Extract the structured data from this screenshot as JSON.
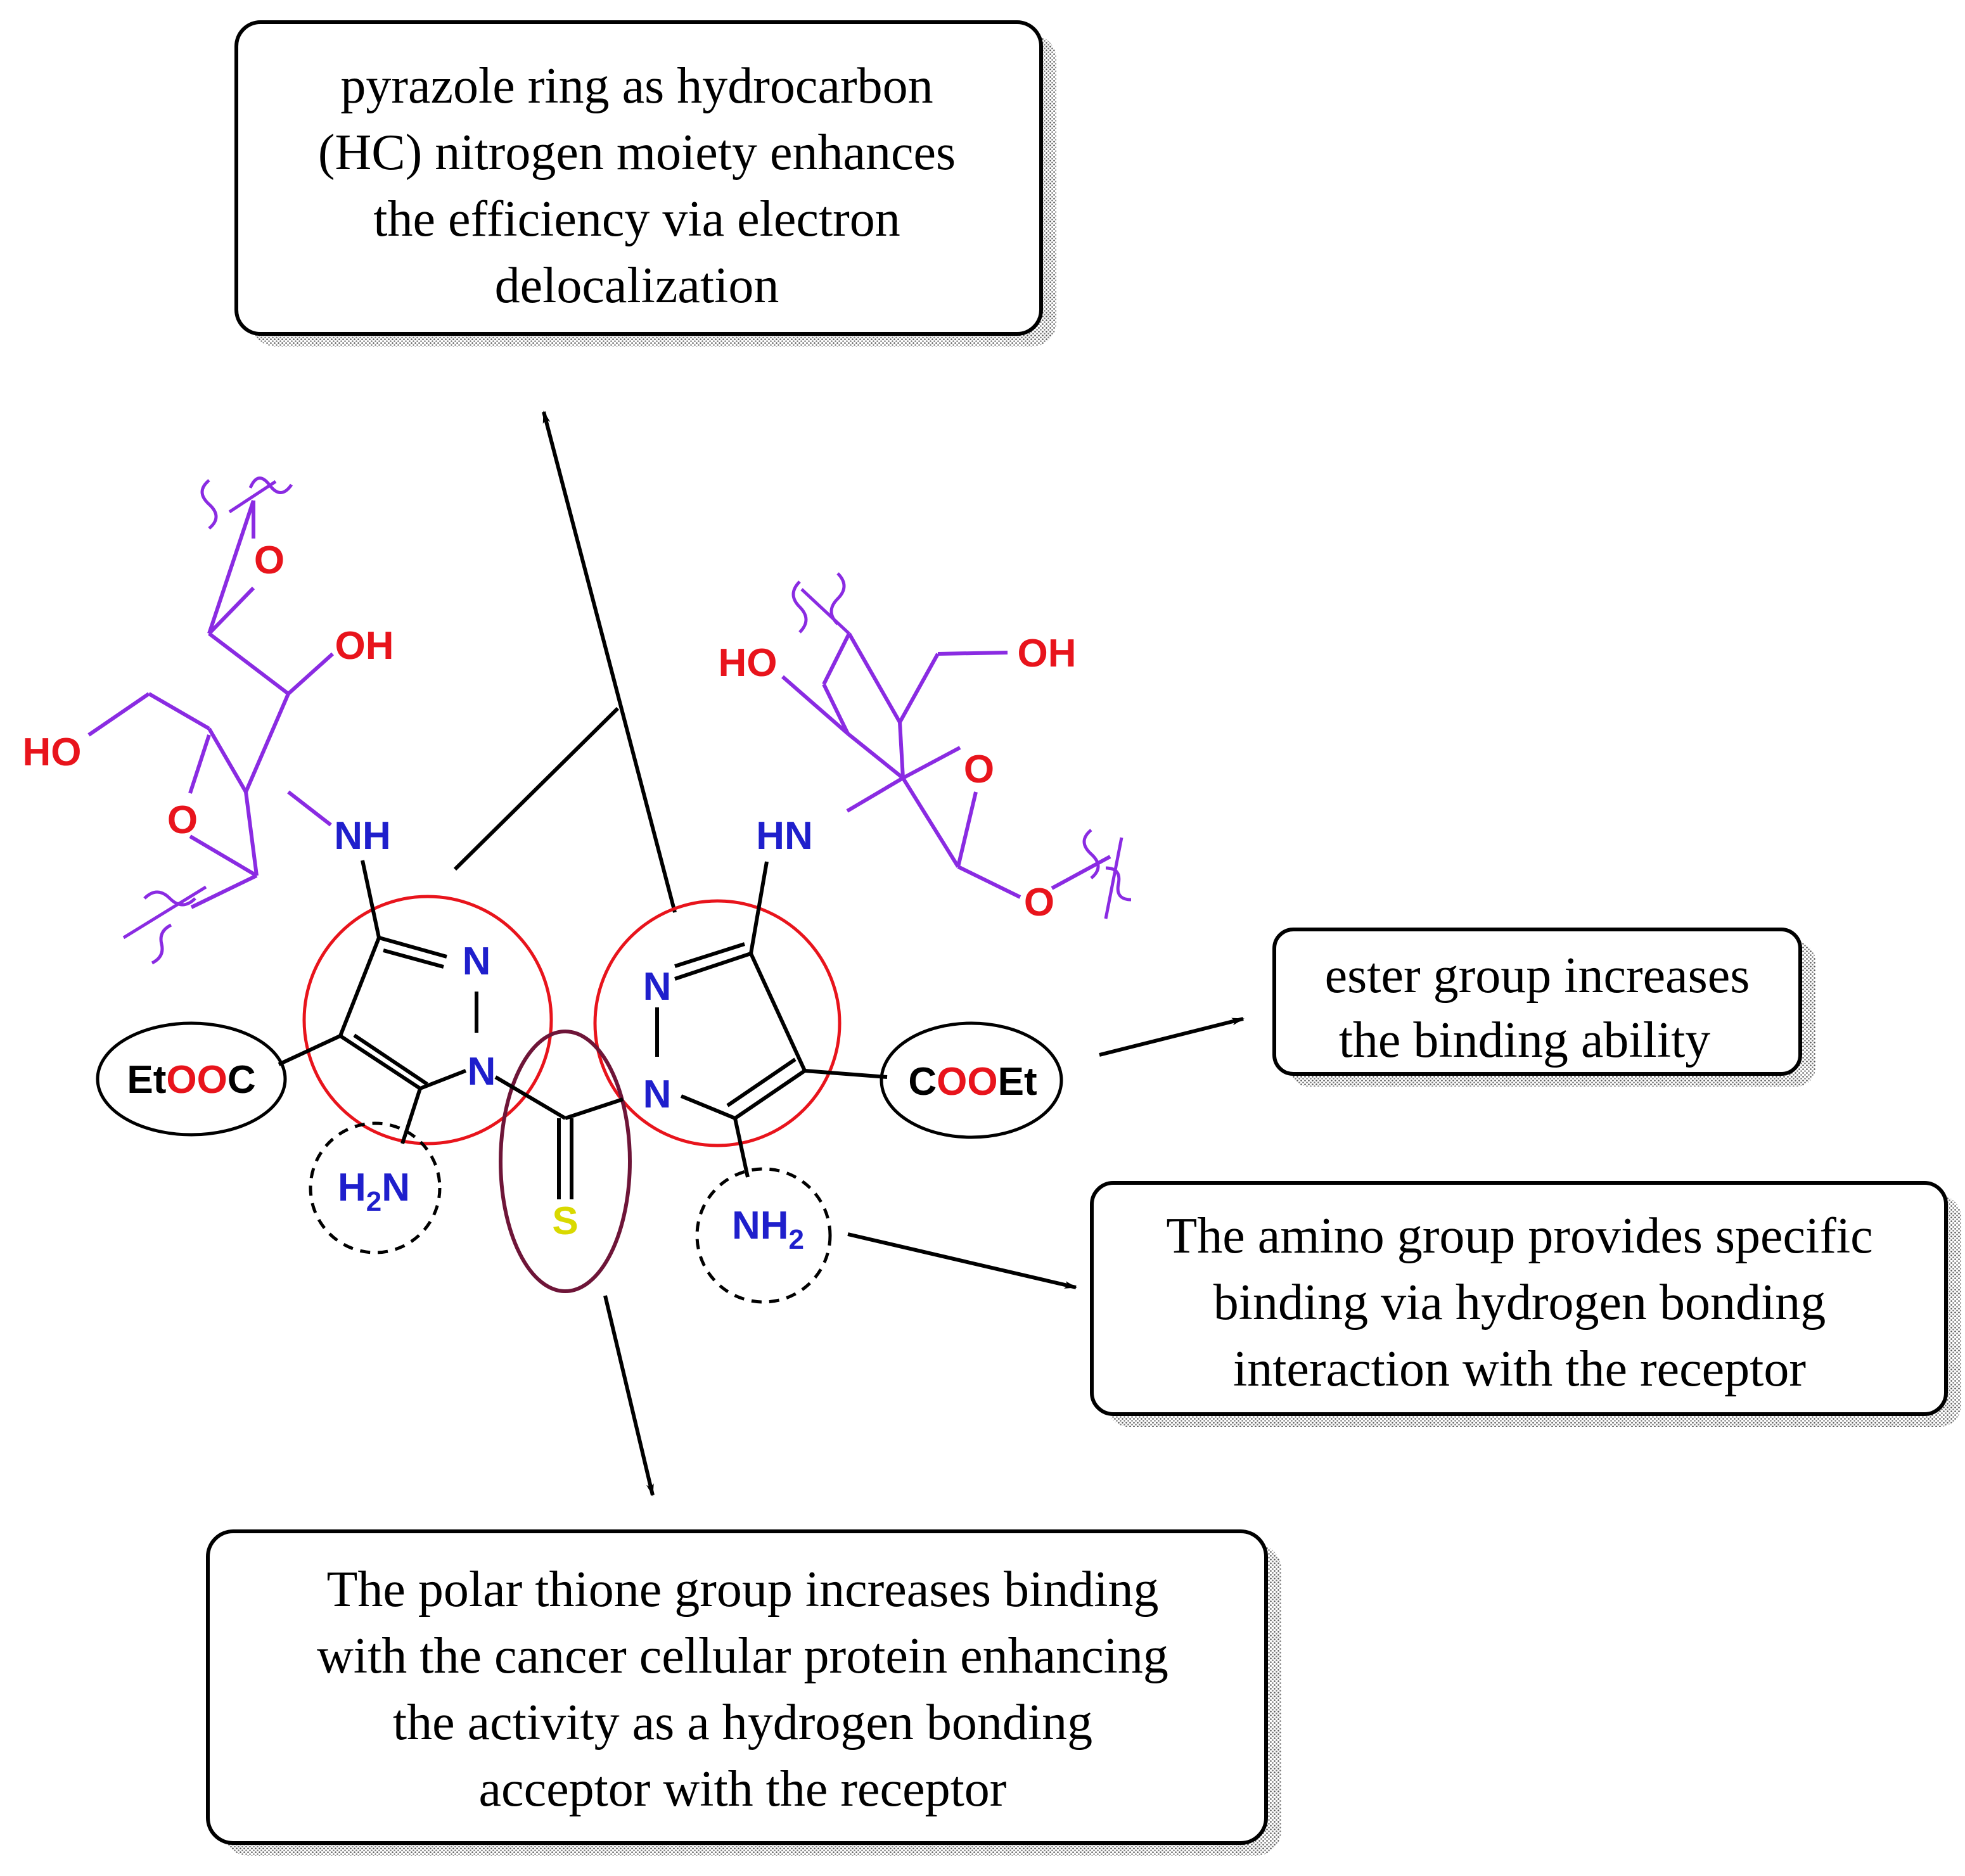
{
  "colors": {
    "black": "#000000",
    "oxygen": "#e8141c",
    "nitrogen": "#1f1fcc",
    "sulfur": "#d9d900",
    "sugar": "#8a2be2",
    "ring_highlight": "#e8141c",
    "thione_highlight": "#6e1538"
  },
  "callouts": {
    "pyrazole": {
      "lines": [
        "pyrazole ring as hydrocarbon",
        "(HC) nitrogen moiety enhances",
        "the efficiency via electron",
        "delocalization"
      ]
    },
    "ester": {
      "lines": [
        "ester group increases",
        "the binding ability"
      ]
    },
    "amino": {
      "lines": [
        "The amino group provides specific",
        "binding via hydrogen bonding",
        "interaction with the receptor"
      ]
    },
    "thione": {
      "lines": [
        "The polar thione group increases binding",
        "with the cancer cellular protein enhancing",
        "the activity as a hydrogen bonding",
        "acceptor with the receptor"
      ]
    }
  },
  "molecule": {
    "left_sugar": {
      "o_top": "O",
      "oh_right": "OH",
      "ho_left": "HO",
      "o_ring": "O",
      "nh": "NH"
    },
    "right_sugar": {
      "ho_left": "HO",
      "oh_right": "OH",
      "o_ring": "O",
      "o_bottom": "O",
      "hn": "HN"
    },
    "left_pyrazole": {
      "n_top": "N",
      "n_bottom": "N"
    },
    "right_pyrazole": {
      "n_top": "N",
      "n_bottom": "N"
    },
    "left_ester": {
      "et": "Et",
      "oo": "OO",
      "c": "C"
    },
    "right_ester": {
      "c": "C",
      "oo": "OO",
      "et": "Et"
    },
    "left_amine": {
      "h": "H",
      "sub": "2",
      "n": "N"
    },
    "right_amine": {
      "nh": "NH",
      "sub": "2"
    },
    "thione_s": "S"
  }
}
